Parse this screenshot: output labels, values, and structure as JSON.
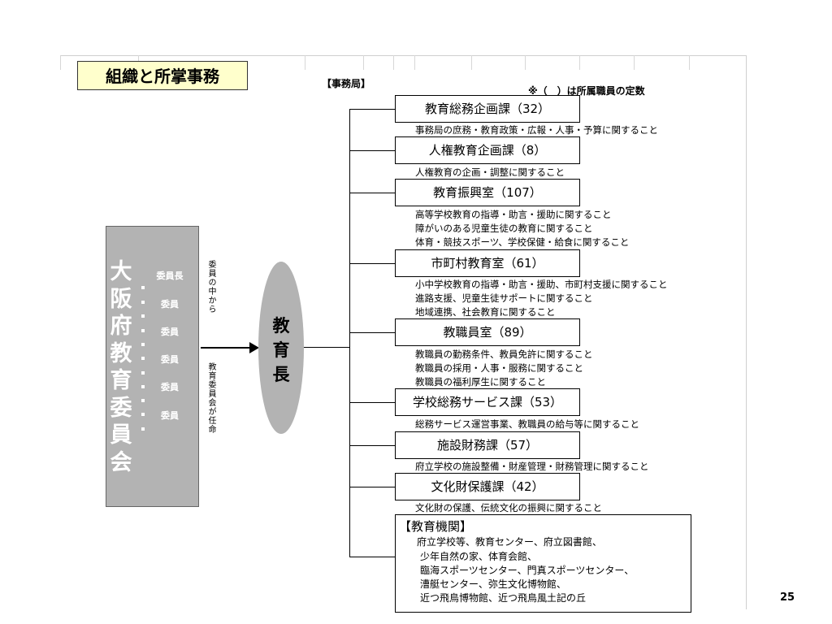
{
  "slide": {
    "title": "組織と所掌事務",
    "secretariat_label": "【事務局】",
    "note": "※（　）は所属職員の定数",
    "page_number": "25"
  },
  "board": {
    "name": "大\n阪\n府\n教\n育\n委\n員\n会",
    "members": [
      "委員長",
      "委員",
      "委員",
      "委員",
      "委員",
      "委員"
    ],
    "side_text_1": "委員の中から",
    "side_text_2": "教育委員会が任命"
  },
  "superintendent": {
    "label": "教\n育\n長"
  },
  "departments": [
    {
      "name": "教育総務企画課（32）",
      "desc": [
        "事務局の庶務・教育政策・広報・人事・予算に関すること"
      ]
    },
    {
      "name": "人権教育企画課（8）",
      "desc": [
        "人権教育の企画・調整に関すること"
      ]
    },
    {
      "name": "教育振興室（107）",
      "desc": [
        "高等学校教育の指導・助言・援助に関すること",
        "障がいのある児童生徒の教育に関すること",
        "体育・競技スポーツ、学校保健・給食に関すること"
      ]
    },
    {
      "name": "市町村教育室（61）",
      "desc": [
        "小中学校教育の指導・助言・援助、市町村支援に関すること",
        "進路支援、児童生徒サポートに関すること",
        "地域連携、社会教育に関すること"
      ]
    },
    {
      "name": "教職員室（89）",
      "desc": [
        "教職員の勤務条件、教員免許に関すること",
        "教職員の採用・人事・服務に関すること",
        "教職員の福利厚生に関すること"
      ]
    },
    {
      "name": "学校総務サービス課（53）",
      "desc": [
        "総務サービス運営事業、教職員の給与等に関すること"
      ]
    },
    {
      "name": "施設財務課（57）",
      "desc": [
        "府立学校の施設整備・財産管理・財務管理に関すること"
      ]
    },
    {
      "name": "文化財保護課（42）",
      "desc": [
        "文化財の保護、伝統文化の振興に関すること"
      ]
    }
  ],
  "institutions": {
    "title": "【教育機関】",
    "lines": [
      "府立学校等、教育センター、府立図書館、",
      "少年自然の家、体育会館、",
      "臨海スポーツセンター、門真スポーツセンター、",
      "漕艇センター、弥生文化博物館、",
      "近つ飛鳥博物館、近つ飛鳥風土記の丘"
    ]
  }
}
